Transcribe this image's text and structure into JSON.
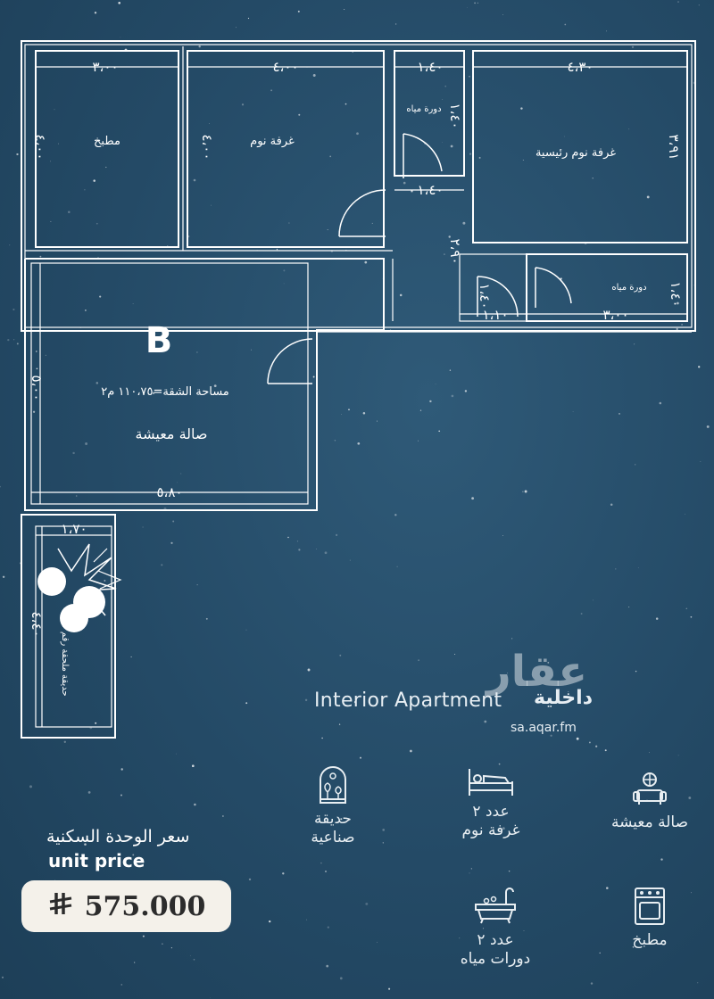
{
  "plan": {
    "block_label": "B",
    "area_text": "مساحة الشقة=١١٠،٧٥ م٢",
    "rooms": {
      "kitchen": "مطبخ",
      "bedroom": "غرفة نوم",
      "master_bedroom": "غرفة نوم رئيسية",
      "living": "صالة معيشة",
      "bathroom_top": "دورة مياه",
      "bathroom_right": "دورة مياه",
      "garden": "حديقة ملحقة رقم ١"
    },
    "dimensions": {
      "kitchen_w": "٣،٠٠",
      "kitchen_h": "٤،٠٠",
      "bedroom_w": "٤،٠٠",
      "bedroom_h": "٤،٠٠",
      "bath_top_w": "١،٤٠",
      "bath_top_h": "١،٤٠",
      "corridor_w": "١،٤٠",
      "corridor_h": "٢،٩٠",
      "master_w": "٤،٣٠",
      "master_h": "٣،٩١",
      "bath_right_w": "٣،٠٠",
      "bath_right_h": "١،٤٠",
      "small_w": "١،١٠",
      "small_h": "١،٤٠",
      "living_w": "٥،٨٠",
      "living_h": "٥،٠٠",
      "garden_w": "١،٧٠",
      "garden_h": "٤،٤٠"
    }
  },
  "brand": {
    "interior_en": "Interior Apartment",
    "interior_ar": "داخلية",
    "logo": "عقار",
    "url": "sa.aqar.fm"
  },
  "features": {
    "living": {
      "label": "صالة معيشة",
      "icon": "sofa-icon"
    },
    "bedrooms": {
      "line1": "عدد ٢",
      "line2": "غرفة نوم",
      "icon": "bed-icon"
    },
    "garden": {
      "line1": "حديقة",
      "line2": "صناعية",
      "icon": "plant-window-icon"
    },
    "kitchen": {
      "label": "مطبخ",
      "icon": "stove-icon"
    },
    "bathrooms": {
      "line1": "عدد ٢",
      "line2": "دورات مياه",
      "icon": "bathtub-icon"
    }
  },
  "price": {
    "label_ar": "سعر الوحدة السكنية",
    "label_en": "unit price",
    "value": "575.000",
    "currency_symbol": "⃁"
  },
  "colors": {
    "background": "#244a66",
    "lines": "#ffffff",
    "price_box": "#f4f1ea"
  }
}
